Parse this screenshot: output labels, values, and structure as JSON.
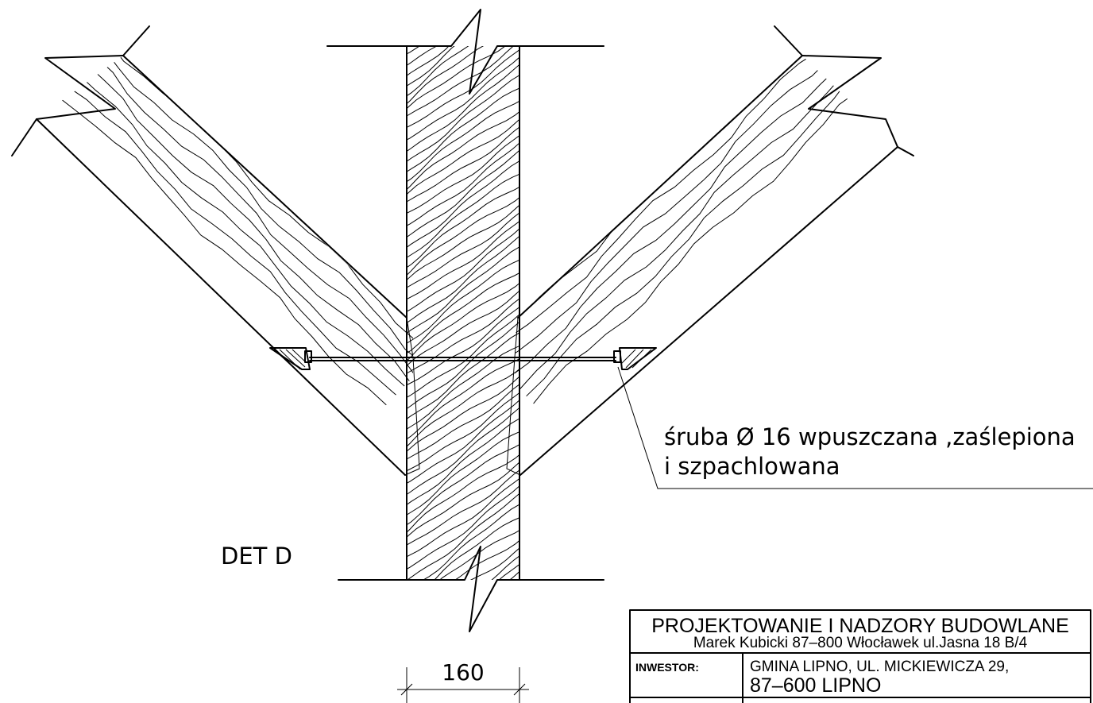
{
  "detail_label": "DET D",
  "annotation": {
    "line1": "śruba Ø 16 wpuszczana ,zaślepiona",
    "line2": "i szpachlowana"
  },
  "dimension": {
    "value": "160"
  },
  "title_block": {
    "company": "PROJEKTOWANIE I NADZORY BUDOWLANE",
    "designer_line": "Marek  Kubicki  87–800  Włocławek  ul.Jasna  18  B/4",
    "investor_label": "INWESTOR:",
    "investor_line1": "GMINA LIPNO, UL. MICKIEWICZA 29,",
    "investor_line2": "87–600  LIPNO"
  }
}
